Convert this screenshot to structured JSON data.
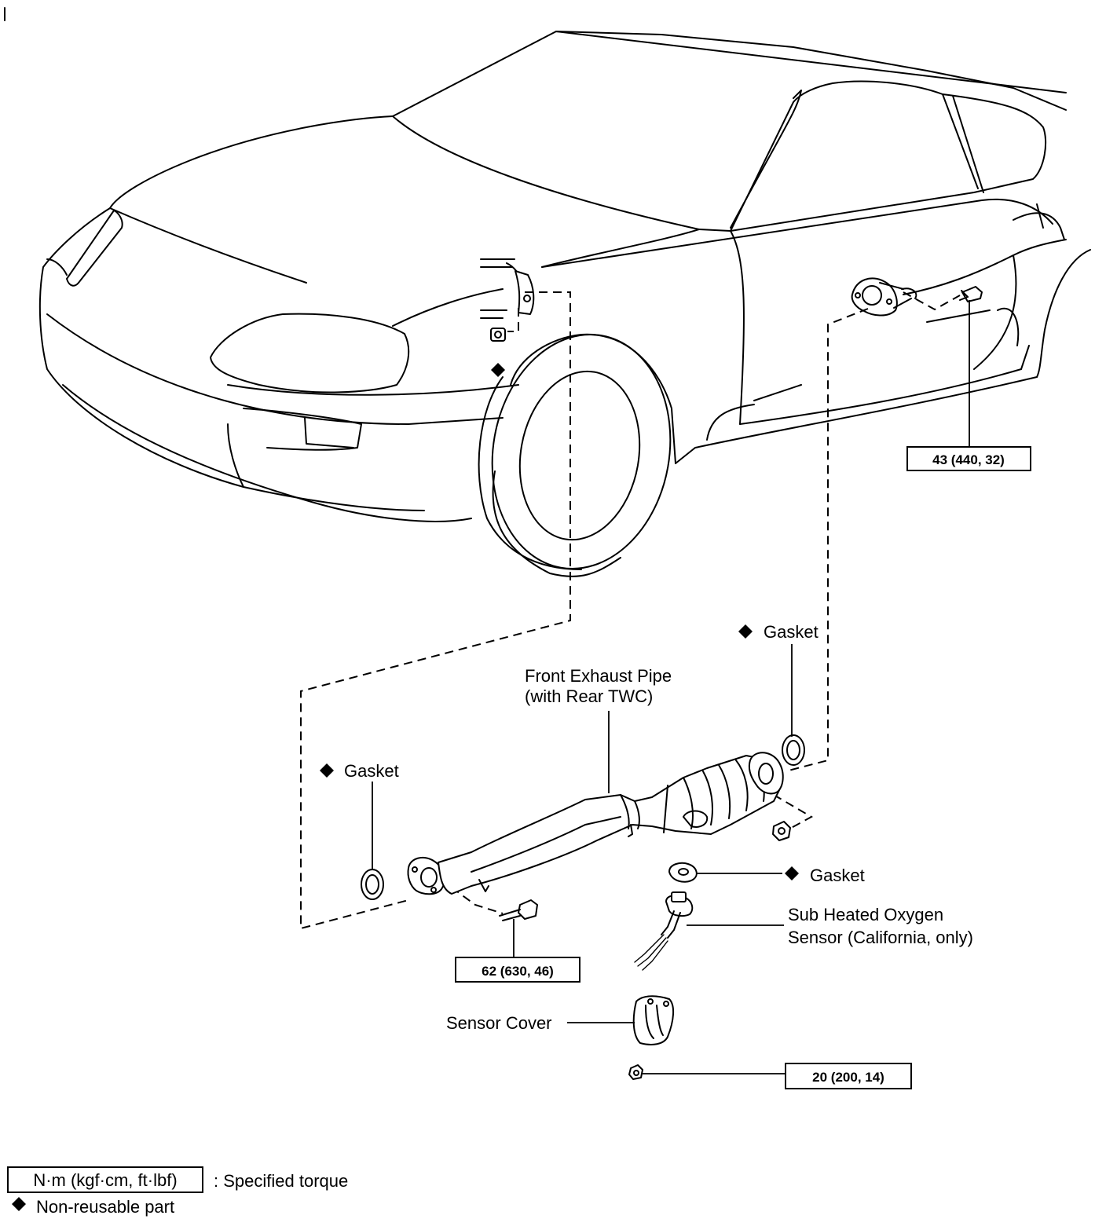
{
  "labels": {
    "gasket_upper_right": "Gasket",
    "gasket_left": "Gasket",
    "gasket_sensor": "Gasket",
    "front_exhaust_pipe_line1": "Front Exhaust Pipe",
    "front_exhaust_pipe_line2": "(with Rear TWC)",
    "sub_sensor_line1": "Sub Heated Oxygen",
    "sub_sensor_line2": "Sensor (California, only)",
    "sensor_cover": "Sensor Cover"
  },
  "torque_specs": {
    "rear_flange_bolt": "43 (440, 32)",
    "front_flange_bolt": "62 (630, 46)",
    "sensor_cover_nut": "20 (200, 14)"
  },
  "legend": {
    "torque_units": "N·m (kgf·cm, ft·lbf)",
    "torque_desc": ": Specified torque",
    "nonreusable_desc": "Non-reusable part"
  }
}
